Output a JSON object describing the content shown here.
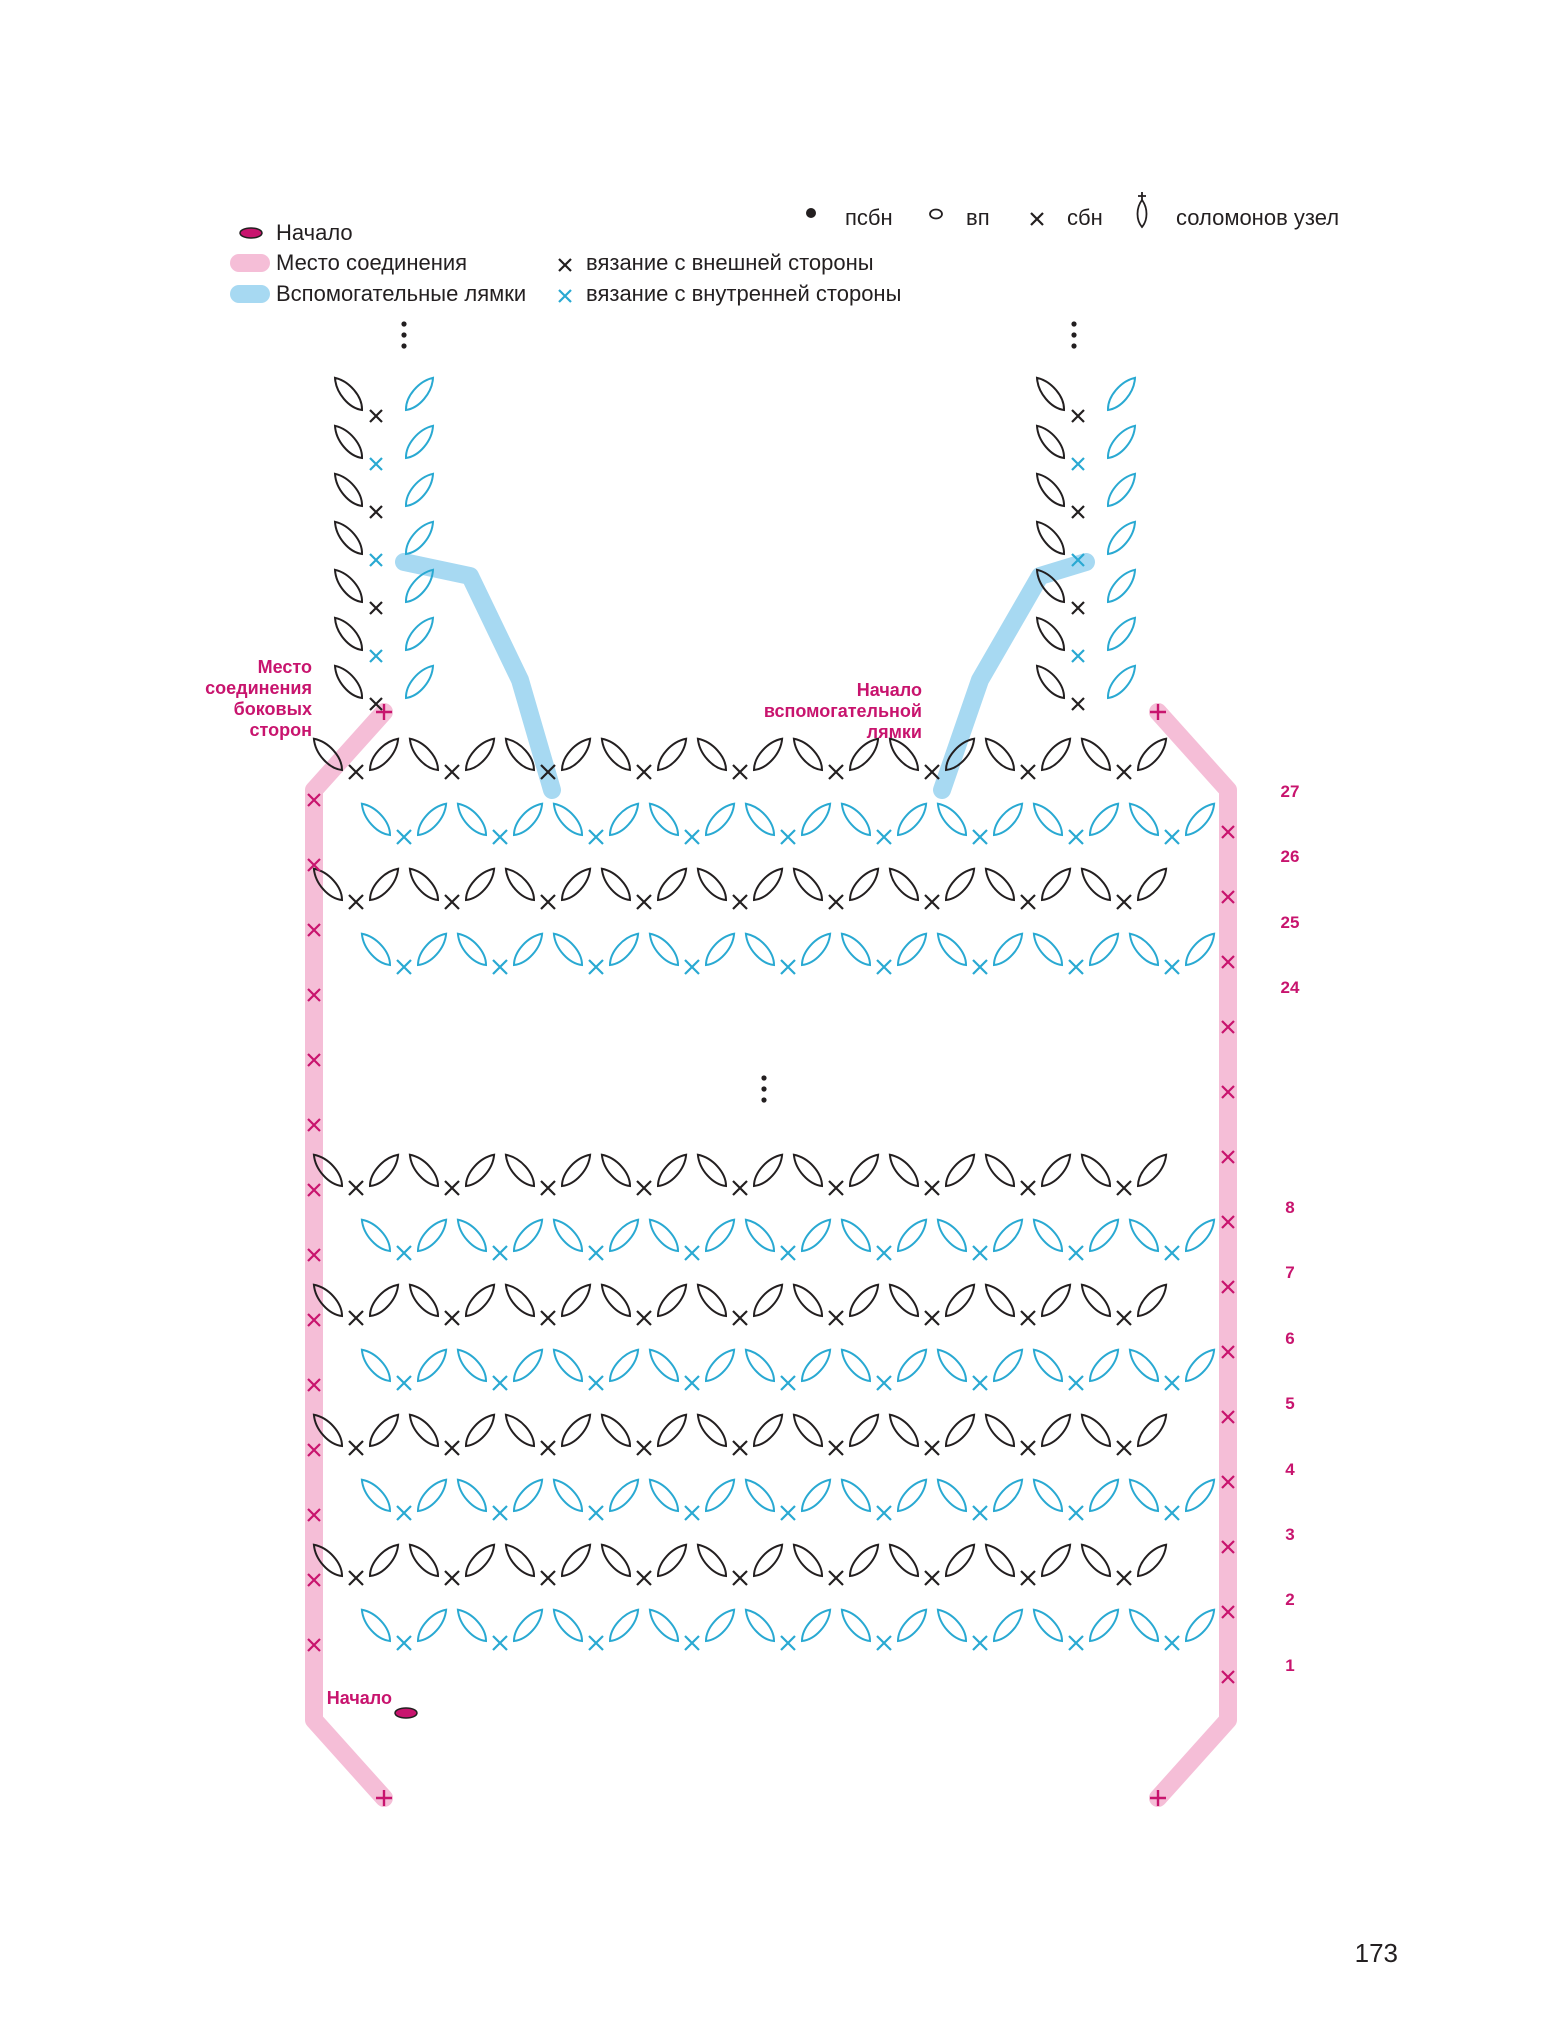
{
  "legend": {
    "start": "Начало",
    "join": "Место соединения",
    "helper_straps": "Вспомогательные лямки",
    "outer_side": "вязание с внешней стороны",
    "inner_side": "вязание с внутренней стороны",
    "psbn": "псбн",
    "vp": "вп",
    "sbn": "сбн",
    "solomon": "соломонов узел"
  },
  "labels": {
    "side_join": [
      "Место",
      "соединения",
      "боковых",
      "сторон"
    ],
    "helper_start": [
      "Начало",
      "вспомогательной",
      "лямки"
    ],
    "start": "Начало"
  },
  "colors": {
    "outer": "#231f20",
    "inner": "#29a9d2",
    "accent": "#c8146e",
    "join_band": "#f5bed7",
    "helper_band": "#a7d9f2"
  },
  "row_numbers_top": [
    "27",
    "26",
    "25",
    "24"
  ],
  "row_numbers_bottom": [
    "8",
    "7",
    "6",
    "5",
    "4",
    "3",
    "2",
    "1"
  ],
  "page_number": "173"
}
